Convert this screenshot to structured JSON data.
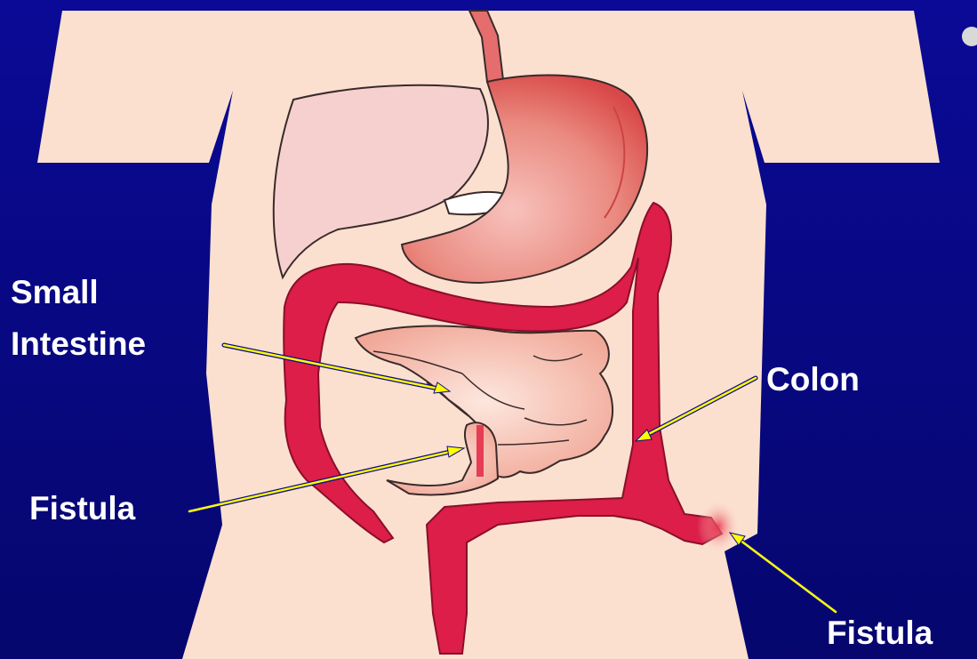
{
  "colors": {
    "background": "#0a0a8c",
    "body": "#fbe0cf",
    "colon": "#dc1e48",
    "stomach": "#e05a5a",
    "liver": "#f6d0cf",
    "small_intestine": "#f4b8a8",
    "label_text": "#ffffff",
    "arrow": "#ffff00"
  },
  "labels": {
    "small_intestine_line1": "Small",
    "small_intestine_line2": "Intestine",
    "colon": "Colon",
    "fistula_left": "Fistula",
    "fistula_right": "Fistula"
  },
  "icons": {
    "bullet": "bullet-dot-icon"
  }
}
